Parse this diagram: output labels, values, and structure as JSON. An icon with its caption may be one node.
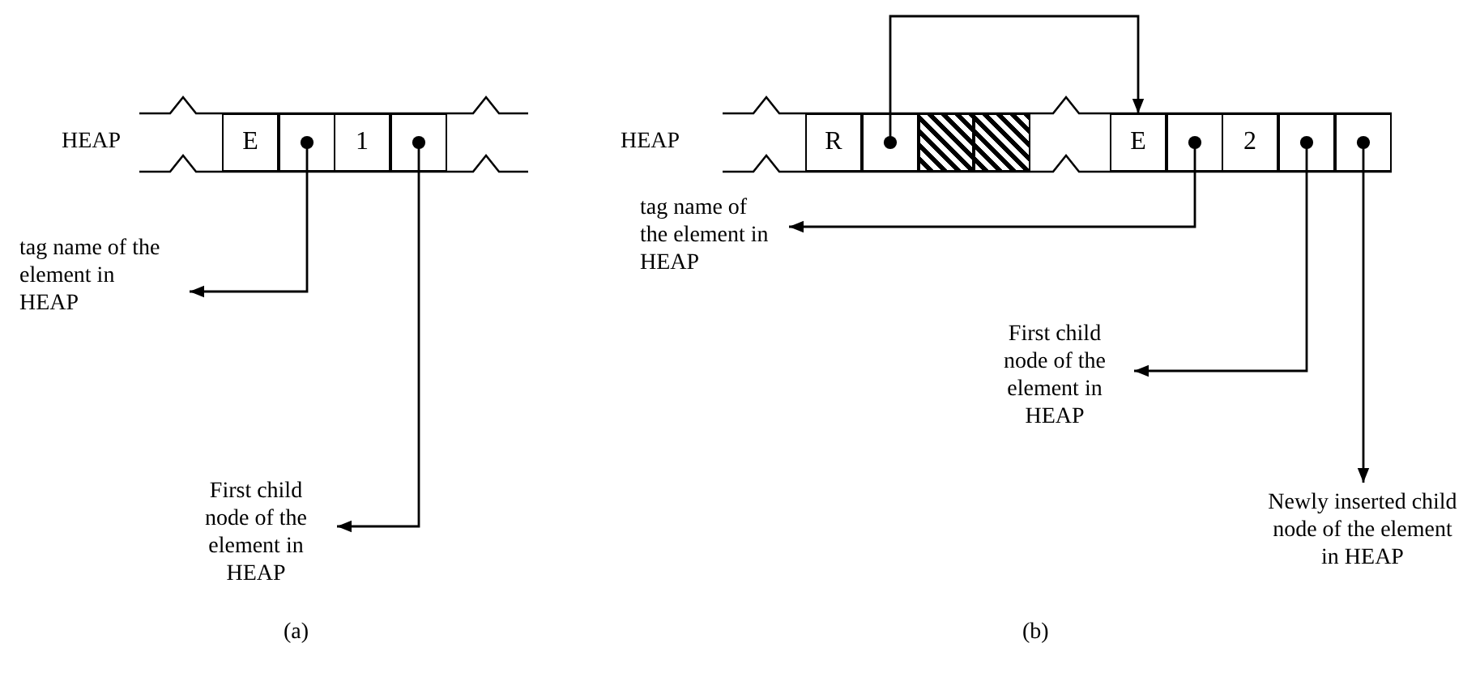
{
  "diagram": {
    "nodes": [
      {
        "text": [
          "E"
        ]
      },
      {
        "text": [],
        "shape": "box"
      },
      {
        "text": [
          "1"
        ]
      },
      {
        "text": [],
        "shape": "box"
      },
      {
        "text": [
          "tag name of the element in HEAP"
        ]
      },
      {
        "text": [
          "First child node of the element in HEAP"
        ]
      },
      {
        "text": [
          "R"
        ]
      },
      {
        "text": [],
        "shape": "box"
      },
      {
        "text": [],
        "shape": "box"
      },
      {
        "text": [],
        "shape": "box"
      },
      {
        "text": [
          "E"
        ]
      },
      {
        "text": [],
        "shape": "box"
      },
      {
        "text": [
          "2"
        ]
      },
      {
        "text": [],
        "shape": "box"
      },
      {
        "text": [],
        "shape": "box"
      },
      {
        "text": [
          "tag name of the element in HEAP"
        ]
      },
      {
        "text": [
          "First child node of the element in HEAP"
        ]
      },
      {
        "text": [
          "Newly inserted child node of the element in HEAP"
        ]
      }
    ],
    "edges": [
      {
        "from": 1,
        "to": 4,
        "arrow": "to"
      },
      {
        "from": 3,
        "to": 5,
        "arrow": "to"
      },
      {
        "from": 7,
        "to": 10,
        "arrow": "to"
      },
      {
        "from": 11,
        "to": 15,
        "arrow": "to"
      },
      {
        "from": 13,
        "to": 16,
        "arrow": "to"
      },
      {
        "from": 14,
        "to": 17,
        "arrow": "to"
      }
    ],
    "labels": [
      "HEAP",
      "HEAP",
      "(a)",
      "(b)"
    ]
  }
}
